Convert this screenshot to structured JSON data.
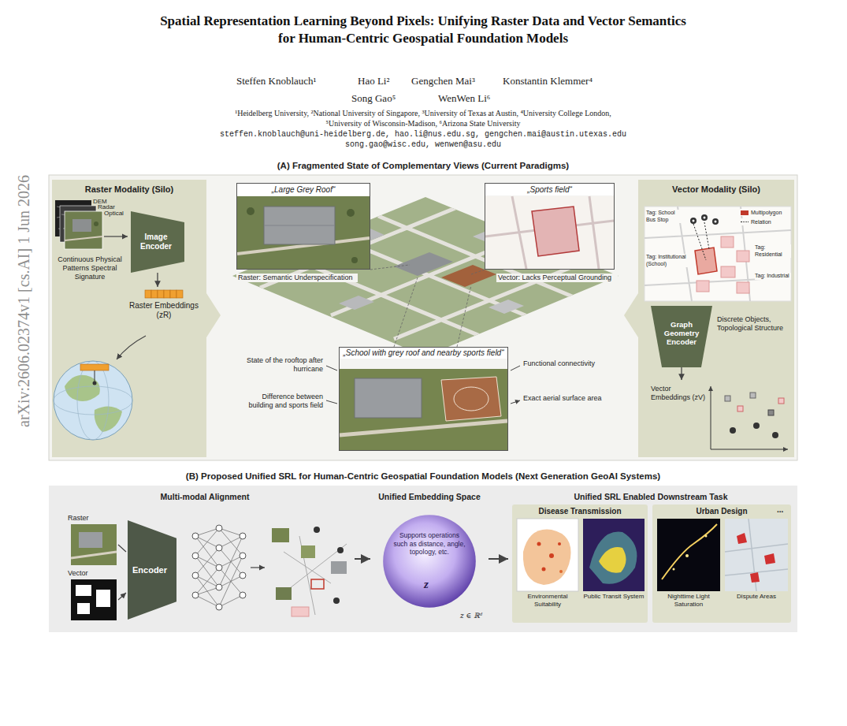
{
  "diagram": {
    "title": "Spatial Representation Learning Beyond Pixels: Unifying Raster Data and Vector Semantics for Human-Centric Geospatial Foundation Models",
    "nodes": [
      {
        "text": [
          "(A) Fragmented State of Complementary Views (Current Paradigms)"
        ]
      },
      {
        "text": [
          "Raster Modality (Silo)"
        ],
        "in": 0
      },
      {
        "text": [
          "Image Encoder"
        ],
        "in": 1
      },
      {
        "text": [
          "Raster Embeddings (zR)"
        ],
        "in": 1
      },
      {
        "text": [
          "„Large Grey Roof“"
        ],
        "in": 0
      },
      {
        "text": [
          "„Sports field“"
        ],
        "in": 0
      },
      {
        "text": [
          "„School with grey roof and nearby sports field“"
        ],
        "in": 0
      },
      {
        "text": [
          "Vector Modality (Silo)"
        ],
        "in": 0
      },
      {
        "text": [
          "Graph Geometry Encoder"
        ],
        "in": 7
      },
      {
        "text": [
          "Vector Embeddings (zV)"
        ],
        "in": 7
      },
      {
        "text": [
          "(B) Proposed Unified SRL for Human-Centric Geospatial Foundation Models (Next Generation GeoAI Systems)"
        ]
      },
      {
        "text": [
          "Multi-modal Alignment"
        ],
        "in": 10
      },
      {
        "text": [
          "Encoder"
        ],
        "in": 11
      },
      {
        "text": [
          "Unified Embedding Space"
        ],
        "in": 10
      },
      {
        "text": [
          "Supports operations such as distance, angle, topology, etc."
        ],
        "in": 13
      },
      {
        "text": [
          "Unified SRL Enabled Downstream Task"
        ],
        "in": 10
      },
      {
        "text": [
          "Disease Transmission"
        ],
        "in": 15
      },
      {
        "text": [
          "Urban Design"
        ],
        "in": 15
      }
    ],
    "edges": [
      {
        "from": 2,
        "to": 3,
        "arrow": "to"
      },
      {
        "from": 8,
        "to": 9,
        "arrow": "to"
      },
      {
        "from": 11,
        "to": 13,
        "arrow": "to"
      },
      {
        "from": 13,
        "to": 15,
        "arrow": "to"
      }
    ],
    "labels": [
      "Steffen Knoblauch¹",
      "Hao Li²",
      "Gengchen Mai³",
      "Konstantin Klemmer⁴",
      "Song Gao⁵",
      "WenWen Li⁶",
      "¹Heidelberg University, ²National University of Singapore, ³University of Texas at Austin, ⁴University College London,",
      "⁵University of Wisconsin-Madison, ⁶Arizona State University",
      "steffen.knoblauch@uni-heidelberg.de, hao.li@nus.edu.sg, gengchen.mai@austin.utexas.edu",
      "song.gao@wisc.edu, wenwen@asu.edu",
      "arXiv:2606.02374v1 [cs.AI] 1 Jun 2026",
      "DEM",
      "Radar",
      "Optical",
      "Continuous Physical Patterns Spectral Signature",
      "Raster: Semantic Underspecification",
      "Vector: Lacks Perceptual Grounding",
      "State of the rooftop after hurricane",
      "Difference between building and sports field",
      "Functional connectivity",
      "Exact aerial surface area",
      "Tag: School Bus Stop",
      "Tag: Institutional (School)",
      "Tag: Residential",
      "Tag: Industrial",
      "Discrete Objects, Topological Structure",
      "Raster",
      "Vector",
      "z",
      "z ∈ ℝᵈ",
      "...",
      "Environmental Suitability",
      "Public Transit System",
      "Nighttime Light Saturation",
      "Dispute Areas"
    ],
    "legend": [
      {
        "text": "Multipolygon",
        "color": "#c0392b"
      },
      {
        "text": "Relation"
      }
    ]
  }
}
